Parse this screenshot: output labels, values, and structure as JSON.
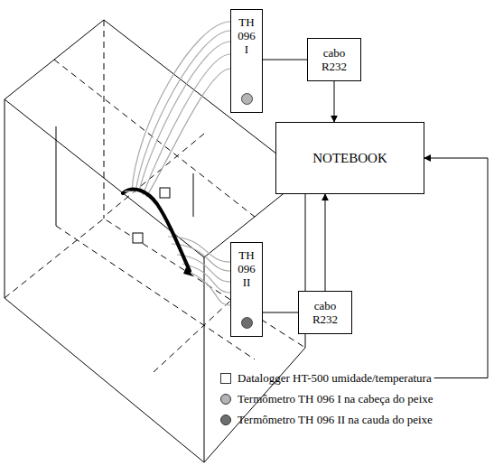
{
  "diagram": {
    "nodes": [
      {
        "text": [
          "TH 096 I"
        ]
      },
      {
        "text": [
          "cabo R232"
        ]
      },
      {
        "text": [
          "NOTEBOOK"
        ]
      },
      {
        "text": [
          "TH 096 II"
        ]
      },
      {
        "text": [
          "cabo R232"
        ]
      }
    ],
    "edges": [
      {
        "from": 0,
        "to": 1,
        "arrow": "none"
      },
      {
        "from": 1,
        "to": 2,
        "arrow": "to"
      },
      {
        "from": 3,
        "to": 4,
        "arrow": "none"
      },
      {
        "from": 4,
        "to": 2,
        "arrow": "to"
      }
    ],
    "legend": [
      {
        "text": "Datalogger HT-500 umidade/temperatura"
      },
      {
        "text": "Termômetro TH 096 I na cabeça do peixe",
        "color": "#b4b4b4"
      },
      {
        "text": "Termômetro TH 096 II na cauda do peixe",
        "color": "#6e6e6e"
      }
    ]
  }
}
